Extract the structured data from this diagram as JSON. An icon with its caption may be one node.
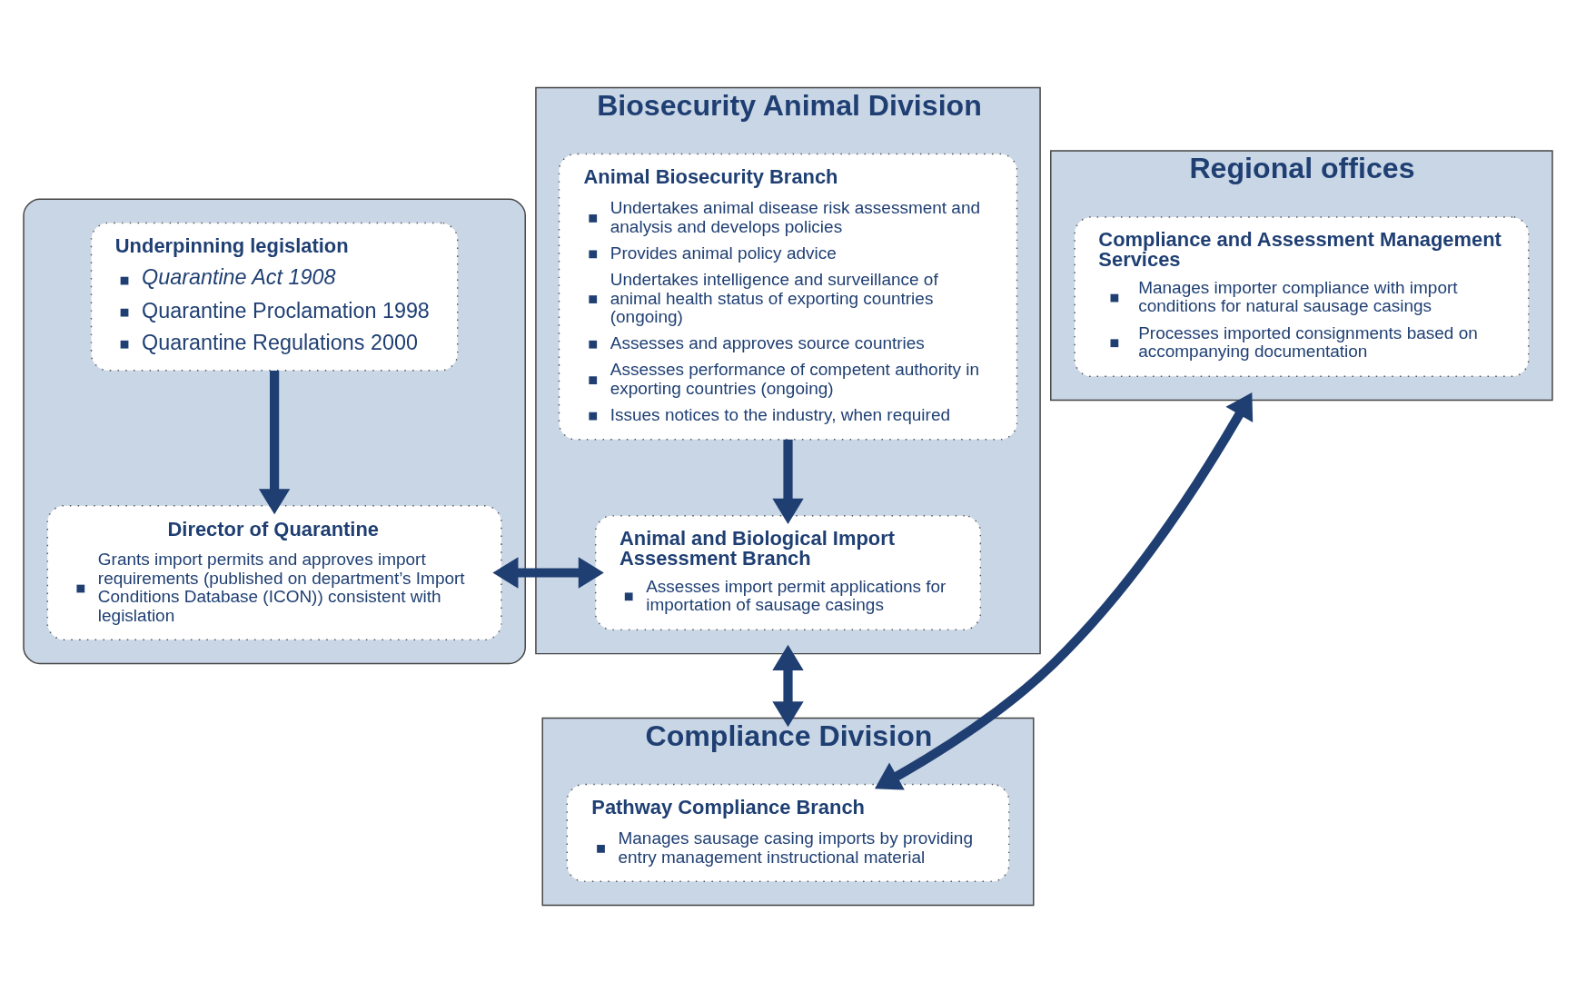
{
  "diagram": {
    "nodes": [
      {
        "text": [],
        "shape": "box"
      },
      {
        "text": [
          "Underpinning legislation",
          "Quarantine Act 1908",
          "Quarantine Proclamation 1998",
          "Quarantine Regulations 2000"
        ],
        "in": 0
      },
      {
        "text": [
          "Director of Quarantine",
          "Grants import permits and approves import requirements (published on department’s Import Conditions Database (ICON)) consistent with legislation"
        ],
        "in": 0
      },
      {
        "text": [
          "Biosecurity Animal Division"
        ]
      },
      {
        "text": [
          "Animal Biosecurity Branch",
          "Undertakes animal disease risk assessment and analysis and develops policies",
          "Provides animal policy advice",
          "Undertakes intelligence and surveillance of animal health status of exporting countries (ongoing)",
          "Assesses and approves source countries",
          "Assesses performance of competent authority in exporting countries (ongoing)",
          "Issues notices to the industry, when required"
        ],
        "in": 3
      },
      {
        "text": [
          "Animal and Biological Import Assessment Branch",
          "Assesses import permit applications for importation of sausage casings"
        ],
        "in": 3
      },
      {
        "text": [
          "Compliance Division"
        ]
      },
      {
        "text": [
          "Pathway Compliance Branch",
          "Manages sausage casing imports by providing entry management instructional material"
        ],
        "in": 6
      },
      {
        "text": [
          "Regional offices"
        ]
      },
      {
        "text": [
          "Compliance and Assessment Management Services",
          "Manages importer compliance with import conditions for natural sausage casings",
          "Processes imported consignments based on accompanying documentation"
        ],
        "in": 8
      }
    ],
    "edges": [
      {
        "from": 1,
        "to": 2,
        "arrow": "to"
      },
      {
        "from": 4,
        "to": 5,
        "arrow": "to"
      },
      {
        "from": 2,
        "to": 5,
        "arrow": "both"
      },
      {
        "from": 3,
        "to": 6,
        "arrow": "both"
      },
      {
        "from": 7,
        "to": 8,
        "arrow": "both"
      }
    ]
  }
}
